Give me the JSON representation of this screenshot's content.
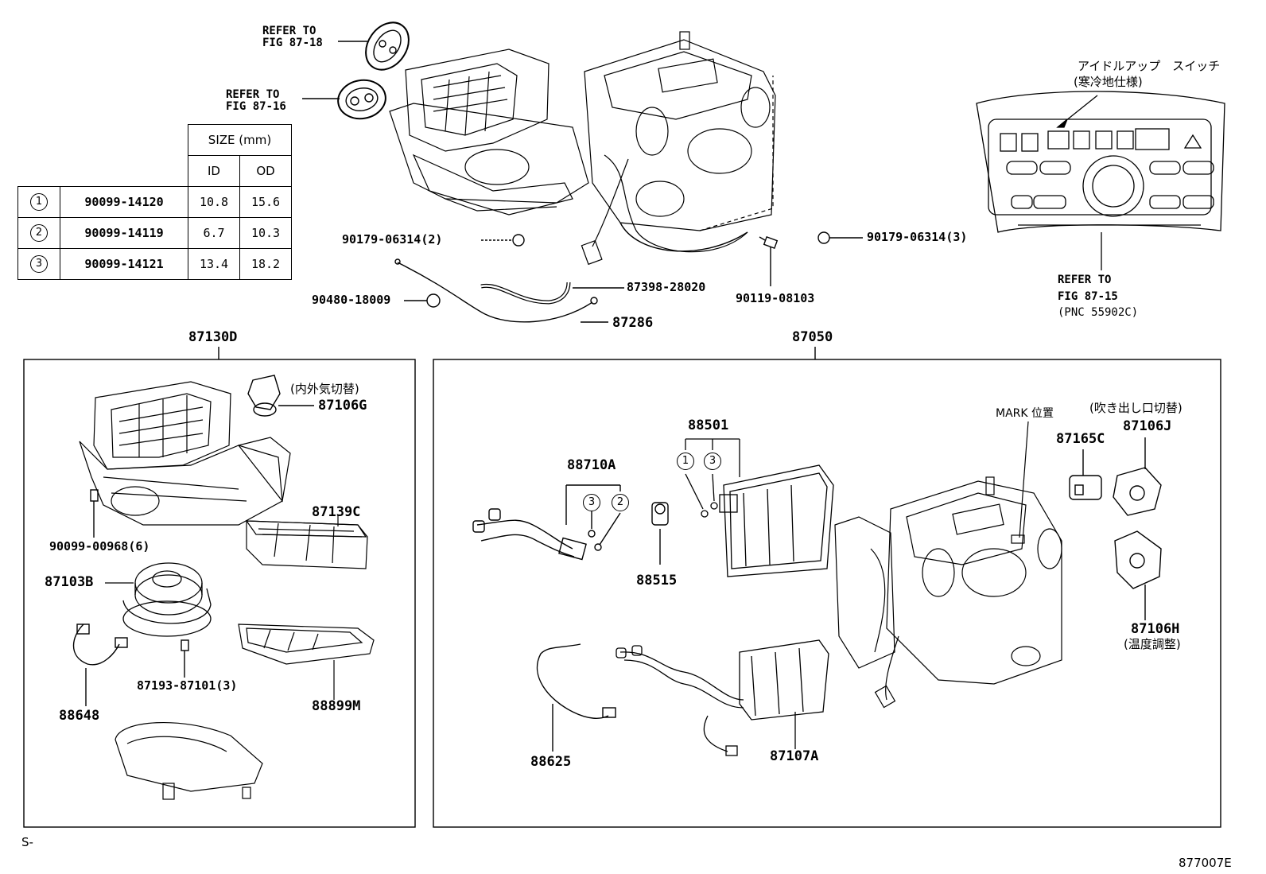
{
  "top": {
    "refer_87_18": [
      "REFER TO",
      "FIG 87-18"
    ],
    "refer_87_16": [
      "REFER TO",
      "FIG 87-16"
    ],
    "p90179_left": "90179-06314(2)",
    "p90179_right": "90179-06314(3)",
    "p90119": "90119-08103",
    "p90480": "90480-18009",
    "p87398": "87398-28020",
    "p87286": "87286"
  },
  "size_table": {
    "header": "SIZE (mm)",
    "col_id": "ID",
    "col_od": "OD",
    "rows": [
      {
        "num": "1",
        "part": "90099-14120",
        "id": "10.8",
        "od": "15.6"
      },
      {
        "num": "2",
        "part": "90099-14119",
        "id": "6.7",
        "od": "10.3"
      },
      {
        "num": "3",
        "part": "90099-14121",
        "id": "13.4",
        "od": "18.2"
      }
    ]
  },
  "panel": {
    "jp_title": "アイドルアップ　スイッチ",
    "jp_sub": "(寒冷地仕様)",
    "refer": [
      "REFER TO",
      "FIG 87-15",
      "(PNC 55902C)"
    ]
  },
  "left_group": {
    "title": "87130D",
    "p87106G_jp": "(内外気切替)",
    "p87106G": "87106G",
    "p90099_00968": "90099-00968(6)",
    "p87139C": "87139C",
    "p87103B": "87103B",
    "p87193": "87193-87101(3)",
    "p88648": "88648",
    "p88899M": "88899M"
  },
  "right_group": {
    "title": "87050",
    "p88501": "88501",
    "p88710A": "88710A",
    "p88515": "88515",
    "mark": "MARK 位置",
    "p87165C": "87165C",
    "p87106J_jp": "(吹き出し口切替)",
    "p87106J": "87106J",
    "p87106H": "87106H",
    "p87106H_jp": "(温度調整)",
    "p88625": "88625",
    "p87107A": "87107A",
    "c1": "1",
    "c2": "2",
    "c3": "3"
  },
  "footer": {
    "left": "S-",
    "right": "877007E"
  }
}
